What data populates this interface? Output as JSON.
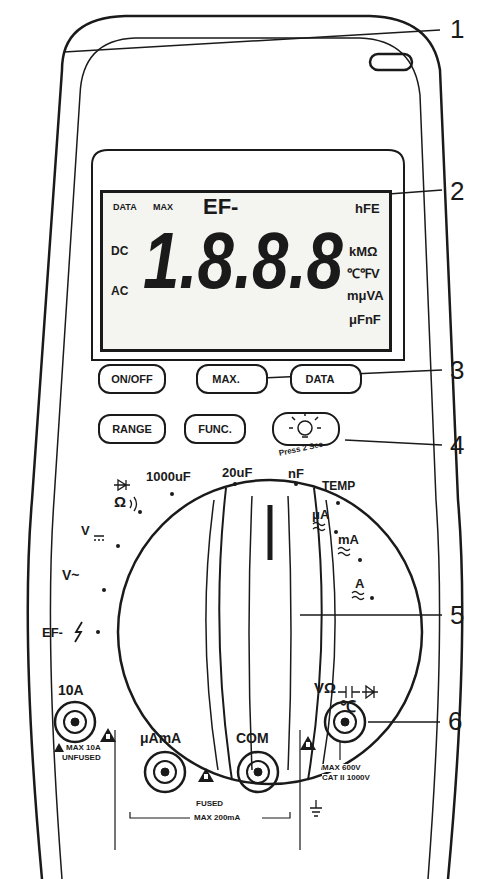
{
  "diagram": {
    "nodes": [
      {
        "text": [
          "DATA",
          "MAX",
          "EF-",
          "hFE",
          "DC",
          "AC",
          "1.8.8.8",
          "kMΩ",
          "℃℉V",
          "mμVA",
          "μFnF"
        ]
      },
      {
        "text": [
          "ON/OFF"
        ]
      },
      {
        "text": [
          "MAX."
        ]
      },
      {
        "text": [
          "DATA"
        ]
      },
      {
        "text": [
          "RANGE"
        ]
      },
      {
        "text": [
          "FUNC."
        ]
      },
      {
        "text": [
          "Press 2 Sec"
        ]
      }
    ],
    "labels": [
      "1",
      "2",
      "3",
      "4",
      "5",
      "6",
      "1000uF",
      "20uF",
      "nF",
      "TEMP",
      "μA",
      "mA",
      "A",
      "Ω",
      "V",
      "V~",
      "EF-",
      "10A",
      "μAmA",
      "COM",
      "VΩ",
      "℃",
      "MAX 10A",
      "UNFUSED",
      "FUSED",
      "MAX 200mA",
      "MAX 600V",
      "CAT II 1000V"
    ]
  }
}
